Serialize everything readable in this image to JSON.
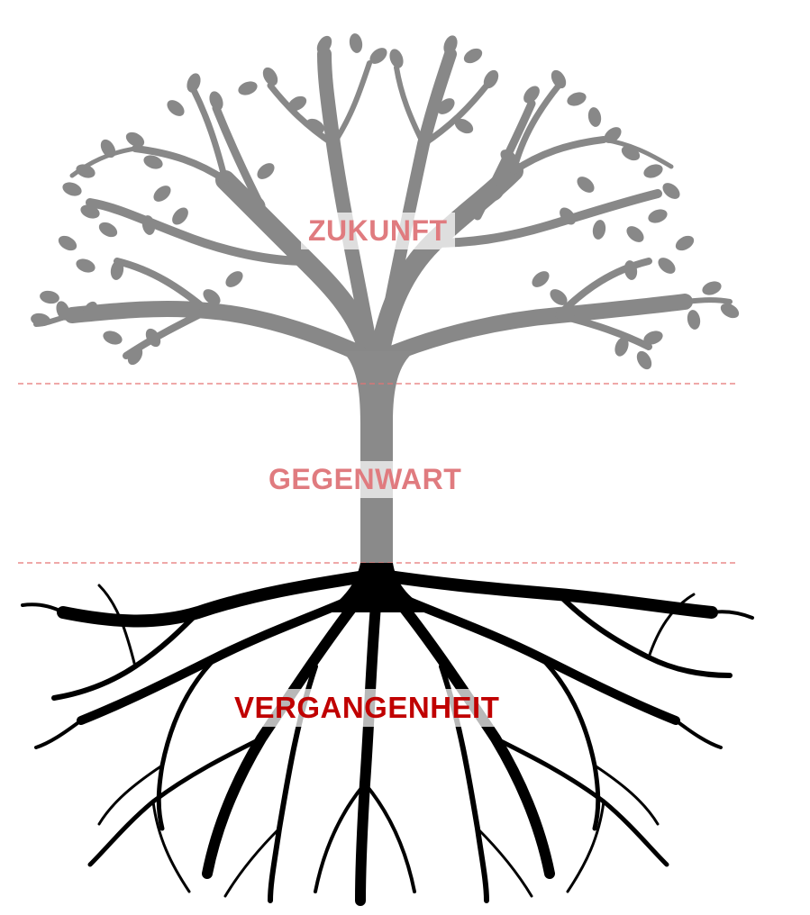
{
  "diagram": {
    "labels": {
      "future": "ZUKUNFT",
      "present": "GEGENWART",
      "past": "VERGANGENHEIT"
    },
    "colors": {
      "future_text": "#e07b7f",
      "present_text": "#e07b7f",
      "past_text": "#c00000",
      "crown": "#888888",
      "trunk": "#8a8a8a",
      "roots": "#000000",
      "divider": "#e57373"
    },
    "icons": {
      "crown": "tree-crown-icon",
      "trunk": "tree-trunk-icon",
      "roots": "tree-roots-icon"
    }
  }
}
